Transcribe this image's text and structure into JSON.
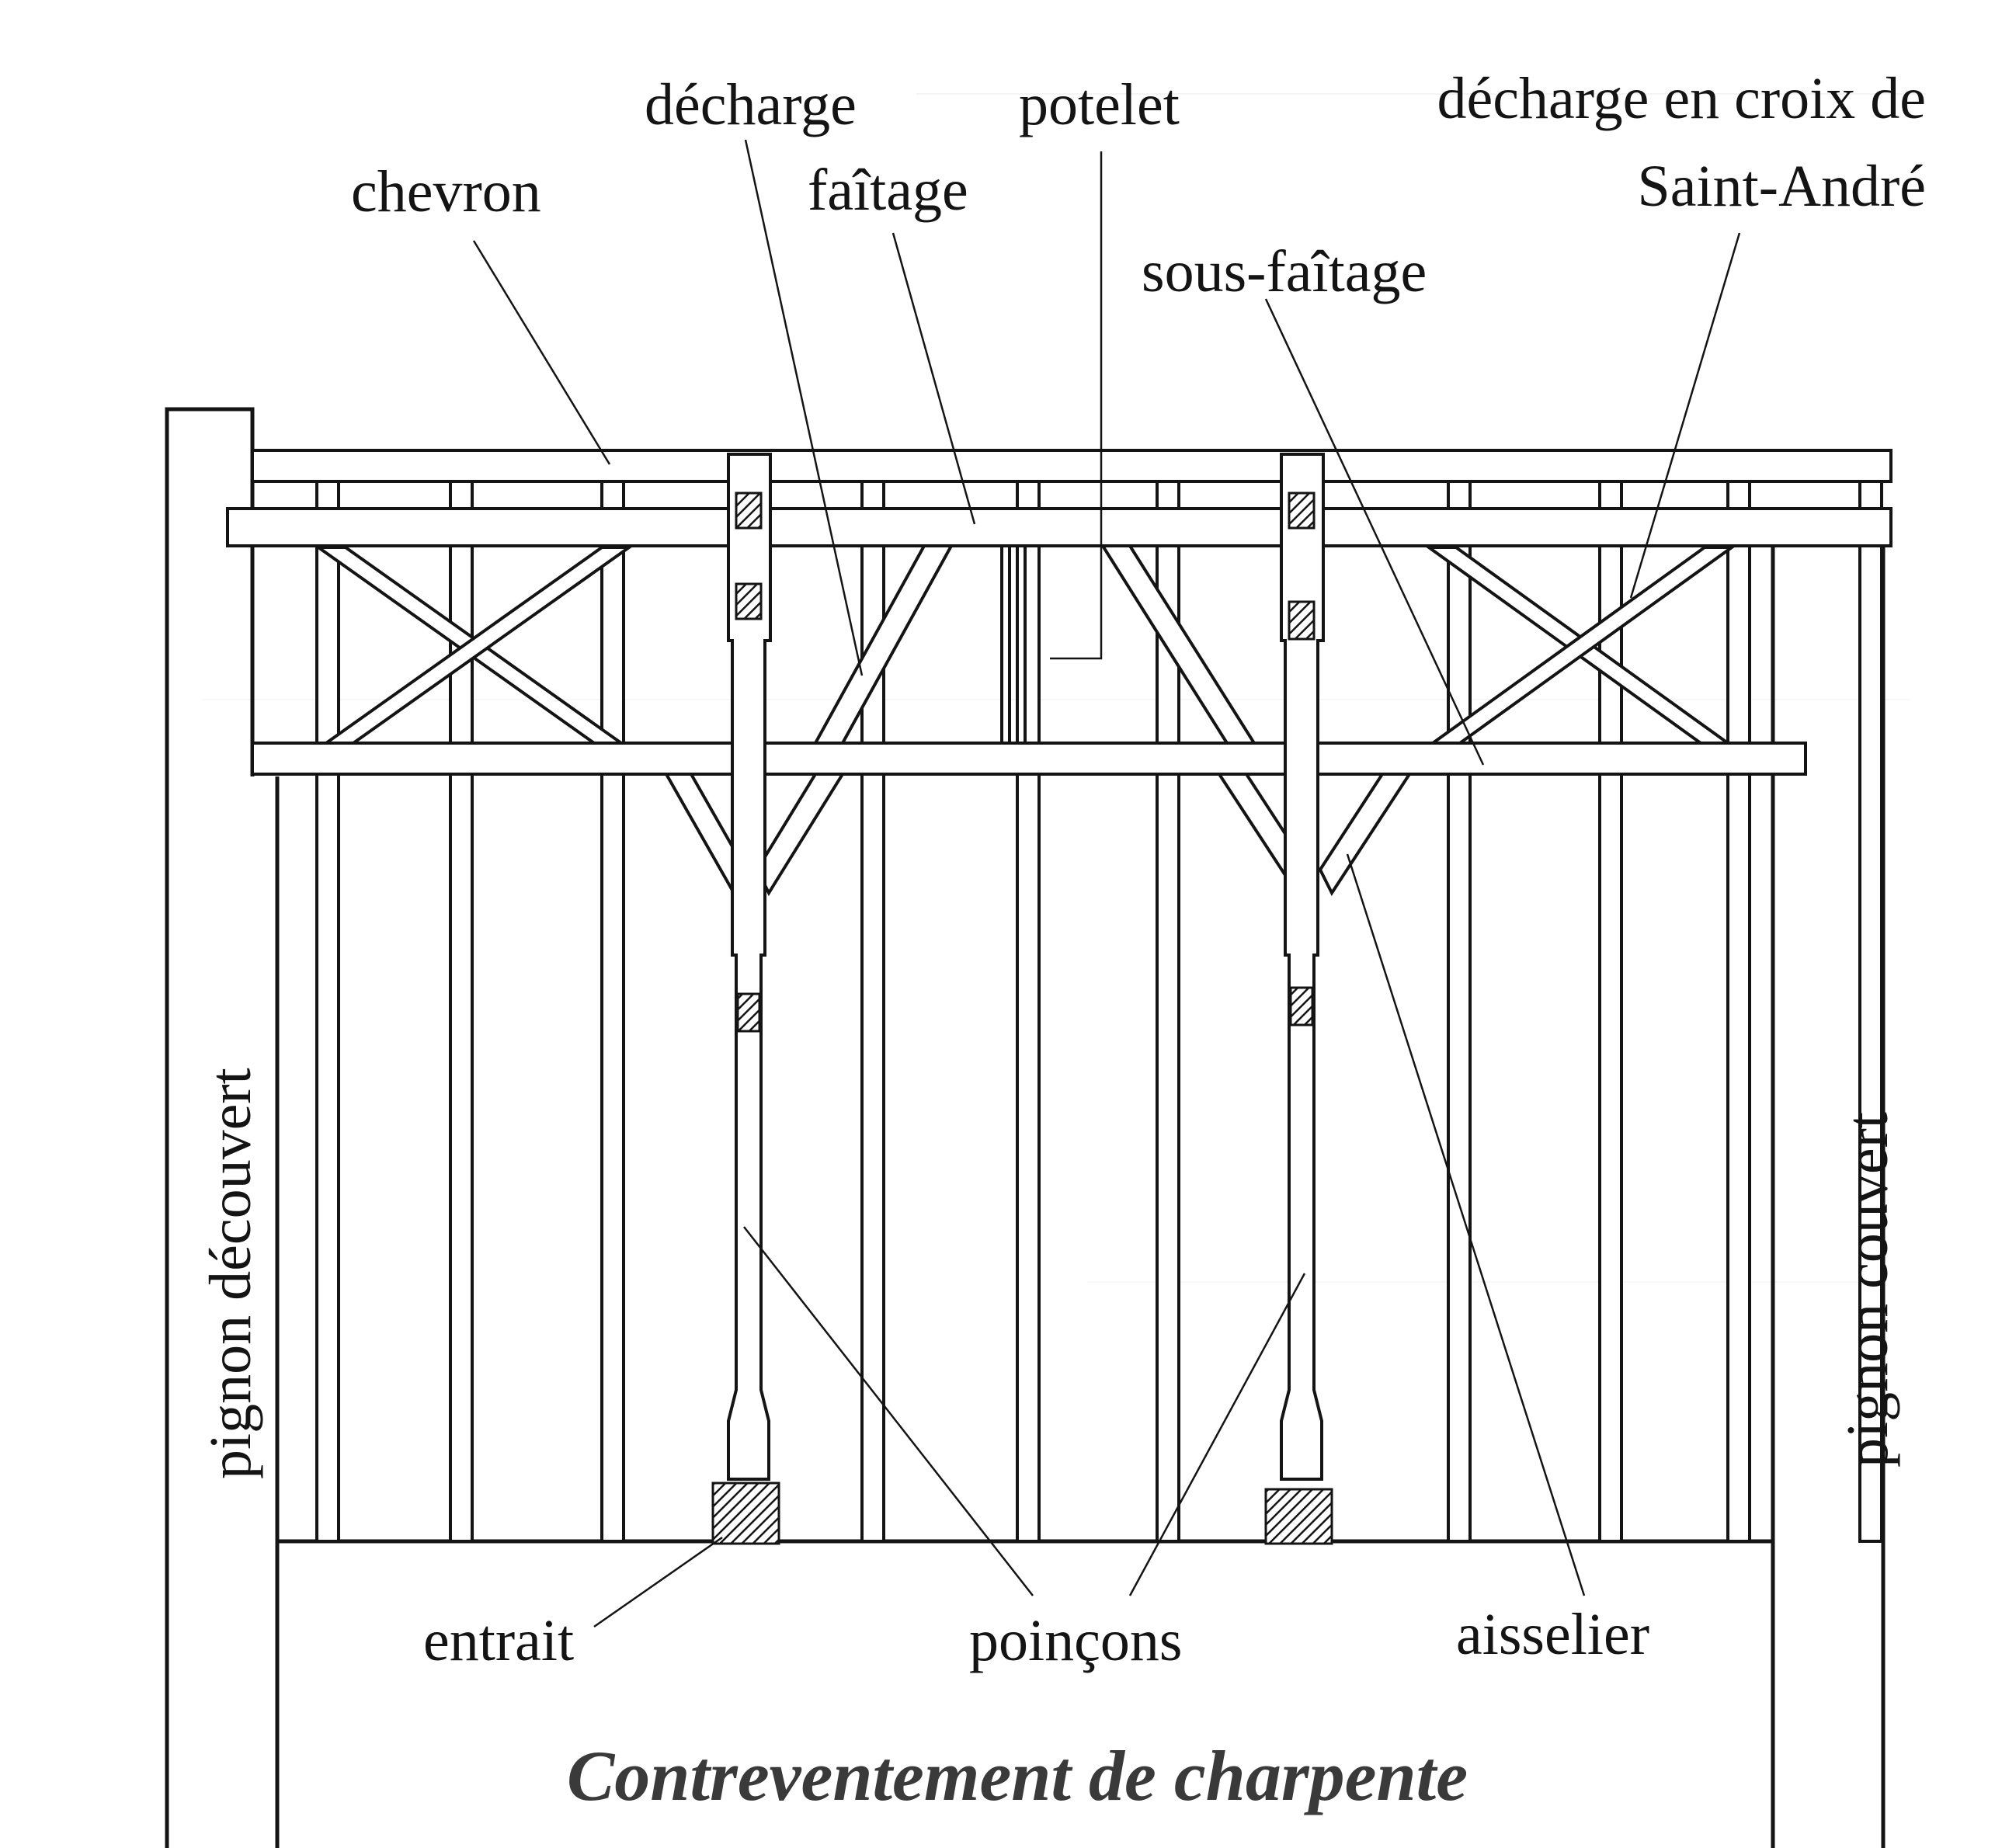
{
  "figure": {
    "caption": "Contreventement de charpente",
    "background_color": "#ffffff",
    "ink_color": "#141414"
  },
  "labels": {
    "chevron": "chevron",
    "decharge": "décharge",
    "faitage": "faîtage",
    "potelet": "potelet",
    "sous_faitage": "sous-faîtage",
    "decharge_croix_line1": "décharge en croix de",
    "decharge_croix_line2": "Saint-André",
    "pignon_decouvert": "pignon découvert",
    "pignon_couvert": "pignon couvert",
    "entrait": "entrait",
    "poincons": "poinçons",
    "aisselier": "aisselier"
  }
}
